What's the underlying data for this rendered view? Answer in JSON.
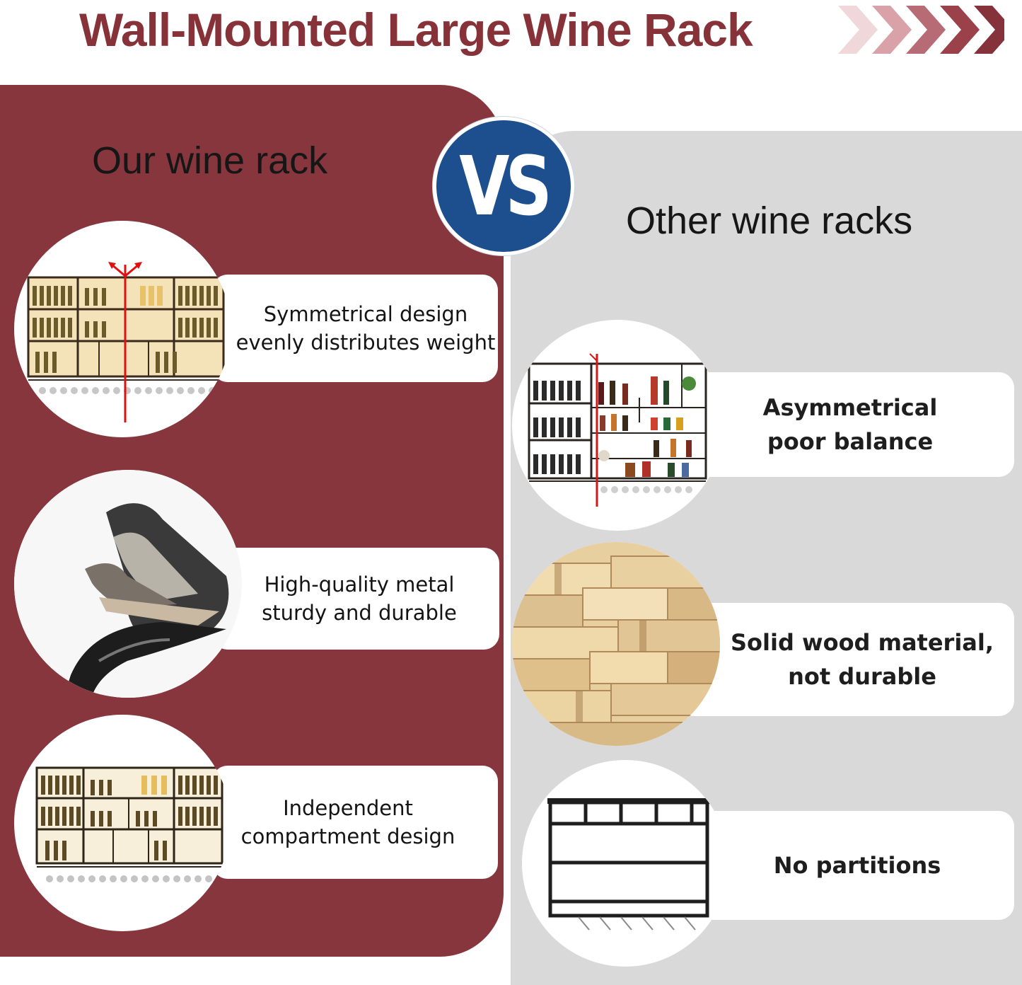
{
  "header": {
    "title": "Wall-Mounted Large Wine Rack",
    "chevron_icon": "chevron-right-icon"
  },
  "colors": {
    "brand": "#86363c",
    "title": "#863238",
    "panel_right": "#d9d9d9",
    "vs_badge": "#1d4f8e"
  },
  "left": {
    "heading": "Our wine rack",
    "features": [
      {
        "text": "Symmetrical design\nevenly distributes weight",
        "image": "symmetric-wine-rack-photo"
      },
      {
        "text": "High-quality metal\nsturdy and durable",
        "image": "metal-sheets-photo"
      },
      {
        "text": "Independent\ncompartment design",
        "image": "compartment-wine-rack-photo"
      }
    ]
  },
  "vs_badge": {
    "text": "VS"
  },
  "right": {
    "heading": "Other wine racks",
    "features": [
      {
        "text": "Asymmetrical\npoor balance",
        "image": "asymmetric-wine-rack-photo"
      },
      {
        "text": "Solid wood material,\nnot durable",
        "image": "wood-planks-photo"
      },
      {
        "text": "No partitions",
        "image": "open-frame-rack-photo"
      }
    ]
  }
}
